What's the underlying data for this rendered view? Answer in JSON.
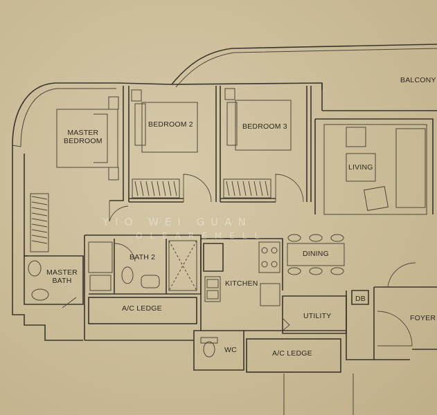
{
  "rooms": {
    "balcony": "BALCONY",
    "master_bedroom_line1": "MASTER",
    "master_bedroom_line2": "BEDROOM",
    "bedroom_2": "BEDROOM 2",
    "bedroom_3": "BEDROOM 3",
    "living": "LIVING",
    "dining": "DINING",
    "bath_2": "BATH 2",
    "master_bath_line1": "MASTER",
    "master_bath_line2": "BATH",
    "kitchen": "KITCHEN",
    "ac_ledge_left": "A/C LEDGE",
    "db": "DB",
    "utility": "UTILITY",
    "foyer": "FOYER",
    "wc": "WC",
    "ac_ledge_bottom": "A/C LEDGE"
  },
  "watermark": {
    "line1": "YIO WEI GUAN",
    "line2": "OLEAREMELL"
  }
}
